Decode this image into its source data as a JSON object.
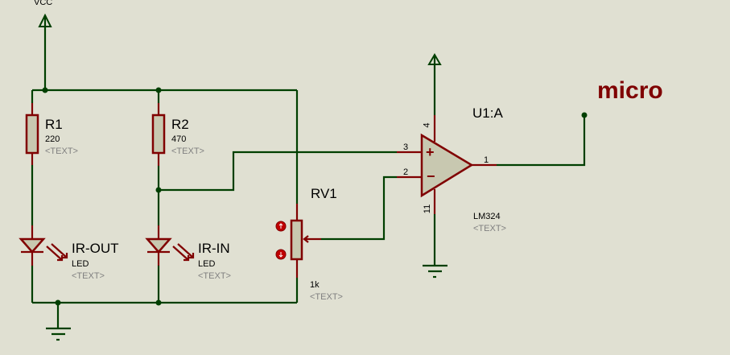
{
  "power": {
    "vcc_label": "VCC"
  },
  "components": {
    "r1": {
      "ref": "R1",
      "value": "220",
      "text": "<TEXT>"
    },
    "r2": {
      "ref": "R2",
      "value": "470",
      "text": "<TEXT>"
    },
    "led_out": {
      "ref": "IR-OUT",
      "value": "LED",
      "text": "<TEXT>"
    },
    "led_in": {
      "ref": "IR-IN",
      "value": "LED",
      "text": "<TEXT>"
    },
    "rv1": {
      "ref": "RV1",
      "value": "1k",
      "text": "<TEXT>"
    },
    "u1": {
      "ref": "U1:A",
      "value": "LM324",
      "text": "<TEXT>",
      "pins": {
        "vplus": "4",
        "noninv": "3",
        "inv": "2",
        "out": "1",
        "vminus": "11"
      },
      "plus_symbol": "+",
      "minus_symbol": "−"
    }
  },
  "output_label": "micro",
  "colors": {
    "background": "#e0e0d2",
    "wire": "#003f00",
    "pin": "#800000",
    "body": "#c8c8b0",
    "label_accent": "#7f0000"
  }
}
